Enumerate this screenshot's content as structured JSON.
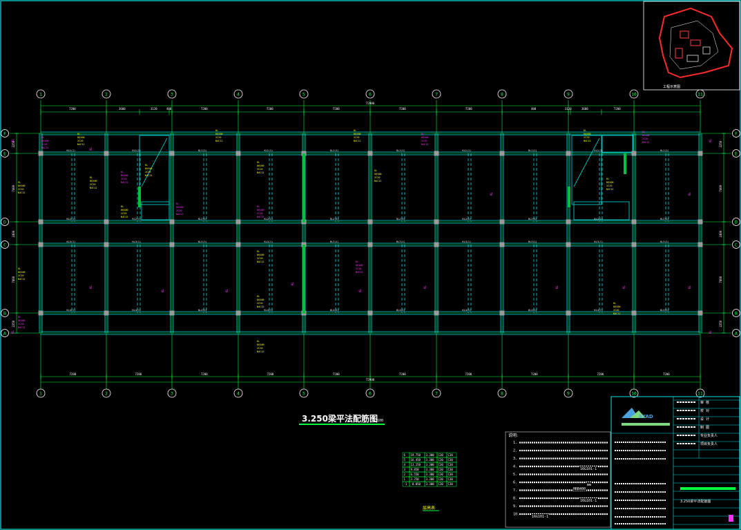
{
  "drawing": {
    "title": "3.250梁平法配筋图",
    "scale": "1:100",
    "keyplan_label": "工程示意图",
    "axes_x": [
      "1",
      "2",
      "3",
      "4",
      "5",
      "6",
      "7",
      "8",
      "9",
      "10",
      "11"
    ],
    "axes_y": [
      "F",
      "E",
      "D",
      "C",
      "B",
      "A"
    ],
    "dims_top": [
      "7200",
      "3600",
      "3120",
      "480",
      "7200",
      "7200",
      "7200",
      "7200",
      "7200",
      "480",
      "3120",
      "3600",
      "7200"
    ],
    "dims_bottom": [
      "7200",
      "7200",
      "7200",
      "7200",
      "7200",
      "7200",
      "7200",
      "7200",
      "7200",
      "7200"
    ],
    "total_length": "72000",
    "dims_left": [
      "2250",
      "7400",
      "2400",
      "7400",
      "2250"
    ],
    "floor_table": {
      "title": "层高表",
      "rows": [
        [
          "6",
          "19.750",
          "3.300",
          "C30",
          "C30"
        ],
        [
          "5",
          "16.450",
          "3.300",
          "C30",
          "C30"
        ],
        [
          "4",
          "13.150",
          "3.300",
          "C30",
          "C30"
        ],
        [
          "3",
          "9.850",
          "3.300",
          "C30",
          "C30"
        ],
        [
          "2",
          "6.550",
          "3.300",
          "C30",
          "C30"
        ],
        [
          "1",
          "3.250",
          "3.300",
          "C30",
          "C30"
        ],
        [
          "-1",
          "-0.050",
          "3.300",
          "C30",
          "C30"
        ]
      ]
    },
    "notes_title": "说明:",
    "notes": [
      "1.",
      "2.",
      "3.",
      "4.",
      "5.",
      "6.",
      "7.",
      "8.",
      "9.",
      "10."
    ],
    "notes_fragments": [
      "16G101-1",
      "mm",
      "HRB400",
      "16G101-1",
      "16G101-1"
    ],
    "title_block": {
      "company_logo": "SYAD",
      "row_labels": [
        "审 核",
        "校 对",
        "设 计",
        "制 图",
        "专业负责人",
        "项目负责人"
      ],
      "drawing_name": "3.250梁平法配筋图"
    }
  }
}
